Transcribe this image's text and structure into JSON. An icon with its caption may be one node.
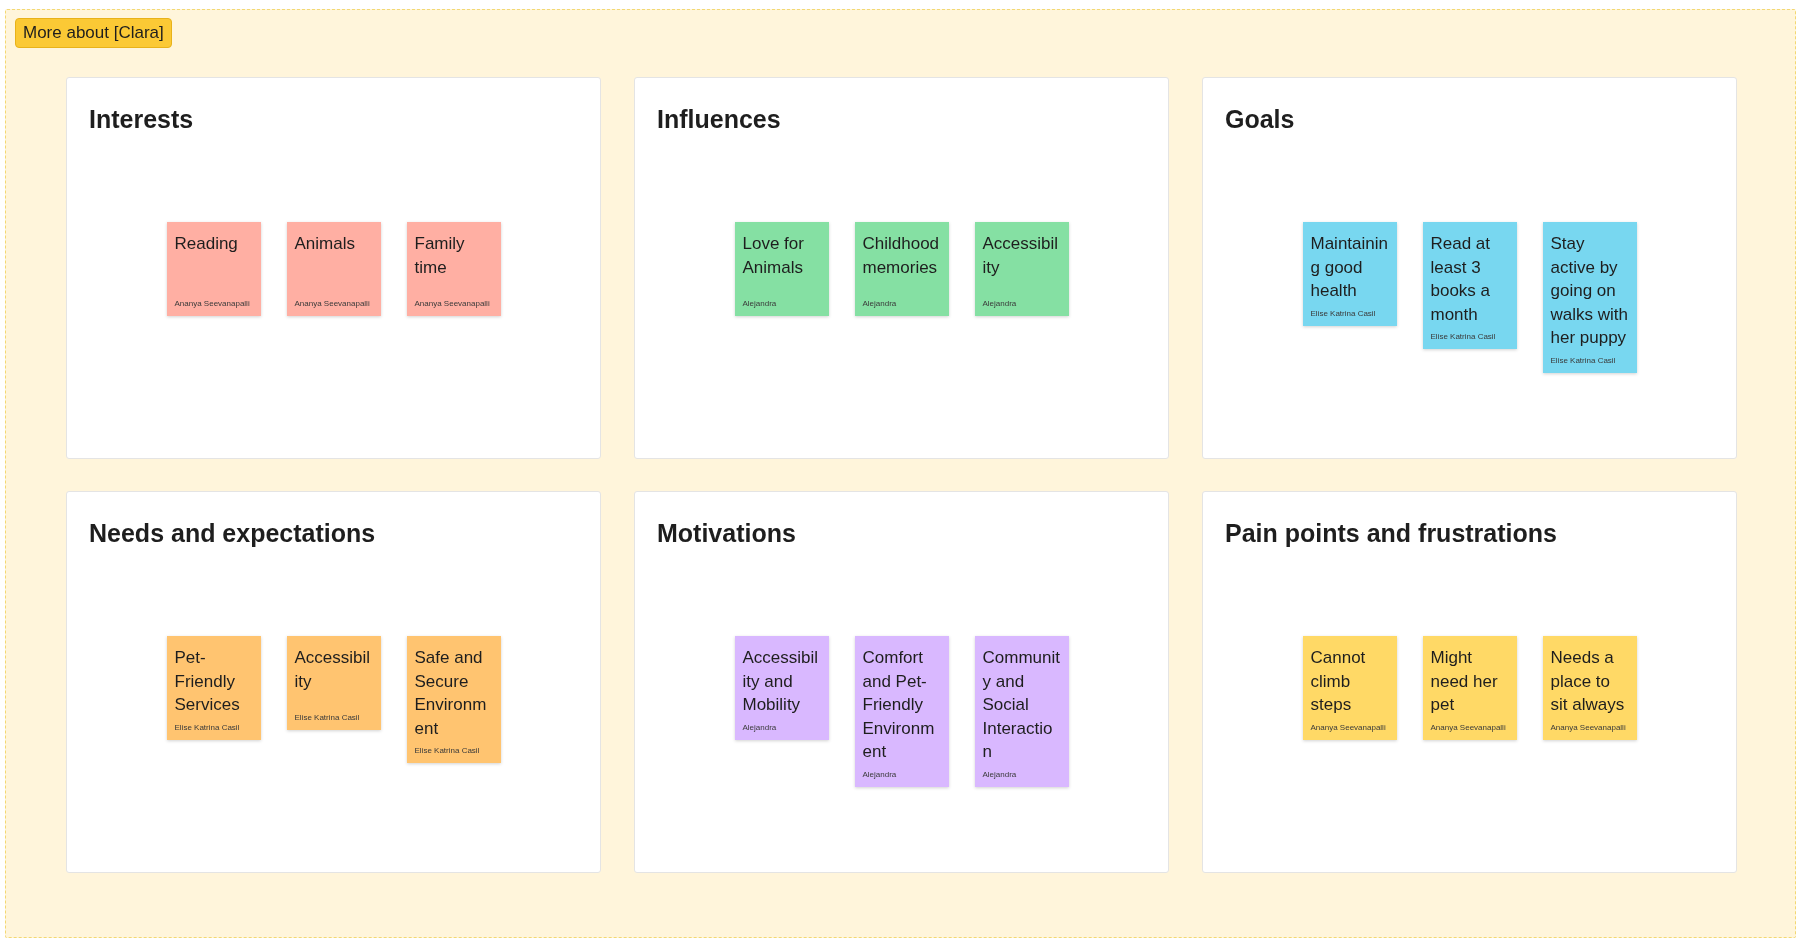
{
  "diagram": {
    "nodes": [
      {
        "text": [
          "More about [Clara]"
        ]
      },
      {
        "text": [
          "Interests"
        ],
        "in": 0
      },
      {
        "text": [
          "Reading",
          "Ananya Seevanapalli"
        ],
        "in": 1
      },
      {
        "text": [
          "Animals",
          "Ananya Seevanapalli"
        ],
        "in": 1
      },
      {
        "text": [
          "Family time",
          "Ananya Seevanapalli"
        ],
        "in": 1
      },
      {
        "text": [
          "Influences"
        ],
        "in": 0
      },
      {
        "text": [
          "Love for Animals",
          "Alejandra"
        ],
        "in": 5
      },
      {
        "text": [
          "Childhood memories",
          "Alejandra"
        ],
        "in": 5
      },
      {
        "text": [
          "Accessibility",
          "Alejandra"
        ],
        "in": 5
      },
      {
        "text": [
          "Goals"
        ],
        "in": 0
      },
      {
        "text": [
          "Maintaining good health",
          "Elise Katrina Casil"
        ],
        "in": 9
      },
      {
        "text": [
          "Read at least 3 books a month",
          "Elise Katrina Casil"
        ],
        "in": 9
      },
      {
        "text": [
          "Stay active by going on walks with her puppy",
          "Elise Katrina Casil"
        ],
        "in": 9
      },
      {
        "text": [
          "Needs and expectations"
        ],
        "in": 0
      },
      {
        "text": [
          "Pet-Friendly Services",
          "Elise Katrina Casil"
        ],
        "in": 13
      },
      {
        "text": [
          "Accessibility",
          "Elise Katrina Casil"
        ],
        "in": 13
      },
      {
        "text": [
          "Safe and Secure Environment",
          "Elise Katrina Casil"
        ],
        "in": 13
      },
      {
        "text": [
          "Motivations"
        ],
        "in": 0
      },
      {
        "text": [
          "Accessibility and Mobility",
          "Alejandra"
        ],
        "in": 17
      },
      {
        "text": [
          "Comfort and Pet-Friendly Environment",
          "Alejandra"
        ],
        "in": 17
      },
      {
        "text": [
          "Community and Social Interaction",
          "Alejandra"
        ],
        "in": 17
      },
      {
        "text": [
          "Pain points and frustrations"
        ],
        "in": 0
      },
      {
        "text": [
          "Cannot climb steps",
          "Ananya Seevanapalli"
        ],
        "in": 21
      },
      {
        "text": [
          "Might need her pet",
          "Ananya Seevanapalli"
        ],
        "in": 21
      },
      {
        "text": [
          "Needs a place to sit always",
          "Ananya Seevanapalli"
        ],
        "in": 21
      }
    ]
  }
}
